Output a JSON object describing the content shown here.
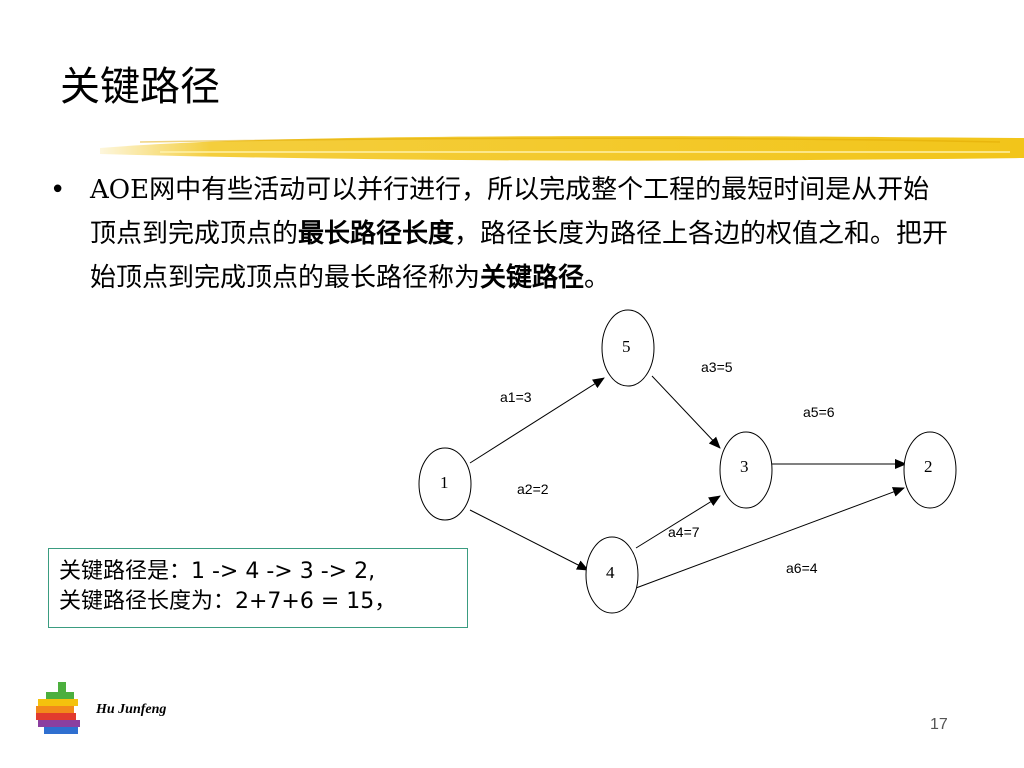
{
  "slide": {
    "title": "关键路径",
    "bullet": {
      "part1": "AOE网中有些活动可以并行进行，所以完成整个工程的最短时间是从开始顶点到完成顶点的",
      "bold1": "最长路径长度",
      "part2": "，路径长度为路径上各边的权值之和。把开始顶点到完成顶点的最长路径称为",
      "bold2": "关键路径",
      "part3": "。"
    },
    "result": {
      "line1": "关键路径是：1 -> 4 -> 3 -> 2,",
      "line2": "关键路径长度为：2+7+6 = 15，"
    },
    "author": "Hu Junfeng",
    "page_number": "17",
    "colors": {
      "highlight_bar": "#f2c51a",
      "box_border": "#3a9c80",
      "logo_stripes": [
        "#4caf3e",
        "#f4c20d",
        "#f28a1b",
        "#e23b2e",
        "#8b3fa0",
        "#2f6fd0"
      ]
    }
  },
  "graph": {
    "nodes": [
      {
        "id": "1",
        "label": "1"
      },
      {
        "id": "5",
        "label": "5"
      },
      {
        "id": "3",
        "label": "3"
      },
      {
        "id": "2",
        "label": "2"
      },
      {
        "id": "4",
        "label": "4"
      }
    ],
    "edges": [
      {
        "from": "1",
        "to": "5",
        "label": "a1=3"
      },
      {
        "from": "1",
        "to": "4",
        "label": "a2=2"
      },
      {
        "from": "5",
        "to": "3",
        "label": "a3=5"
      },
      {
        "from": "4",
        "to": "3",
        "label": "a4=7"
      },
      {
        "from": "3",
        "to": "2",
        "label": "a5=6"
      },
      {
        "from": "4",
        "to": "2",
        "label": "a6=4"
      }
    ]
  }
}
